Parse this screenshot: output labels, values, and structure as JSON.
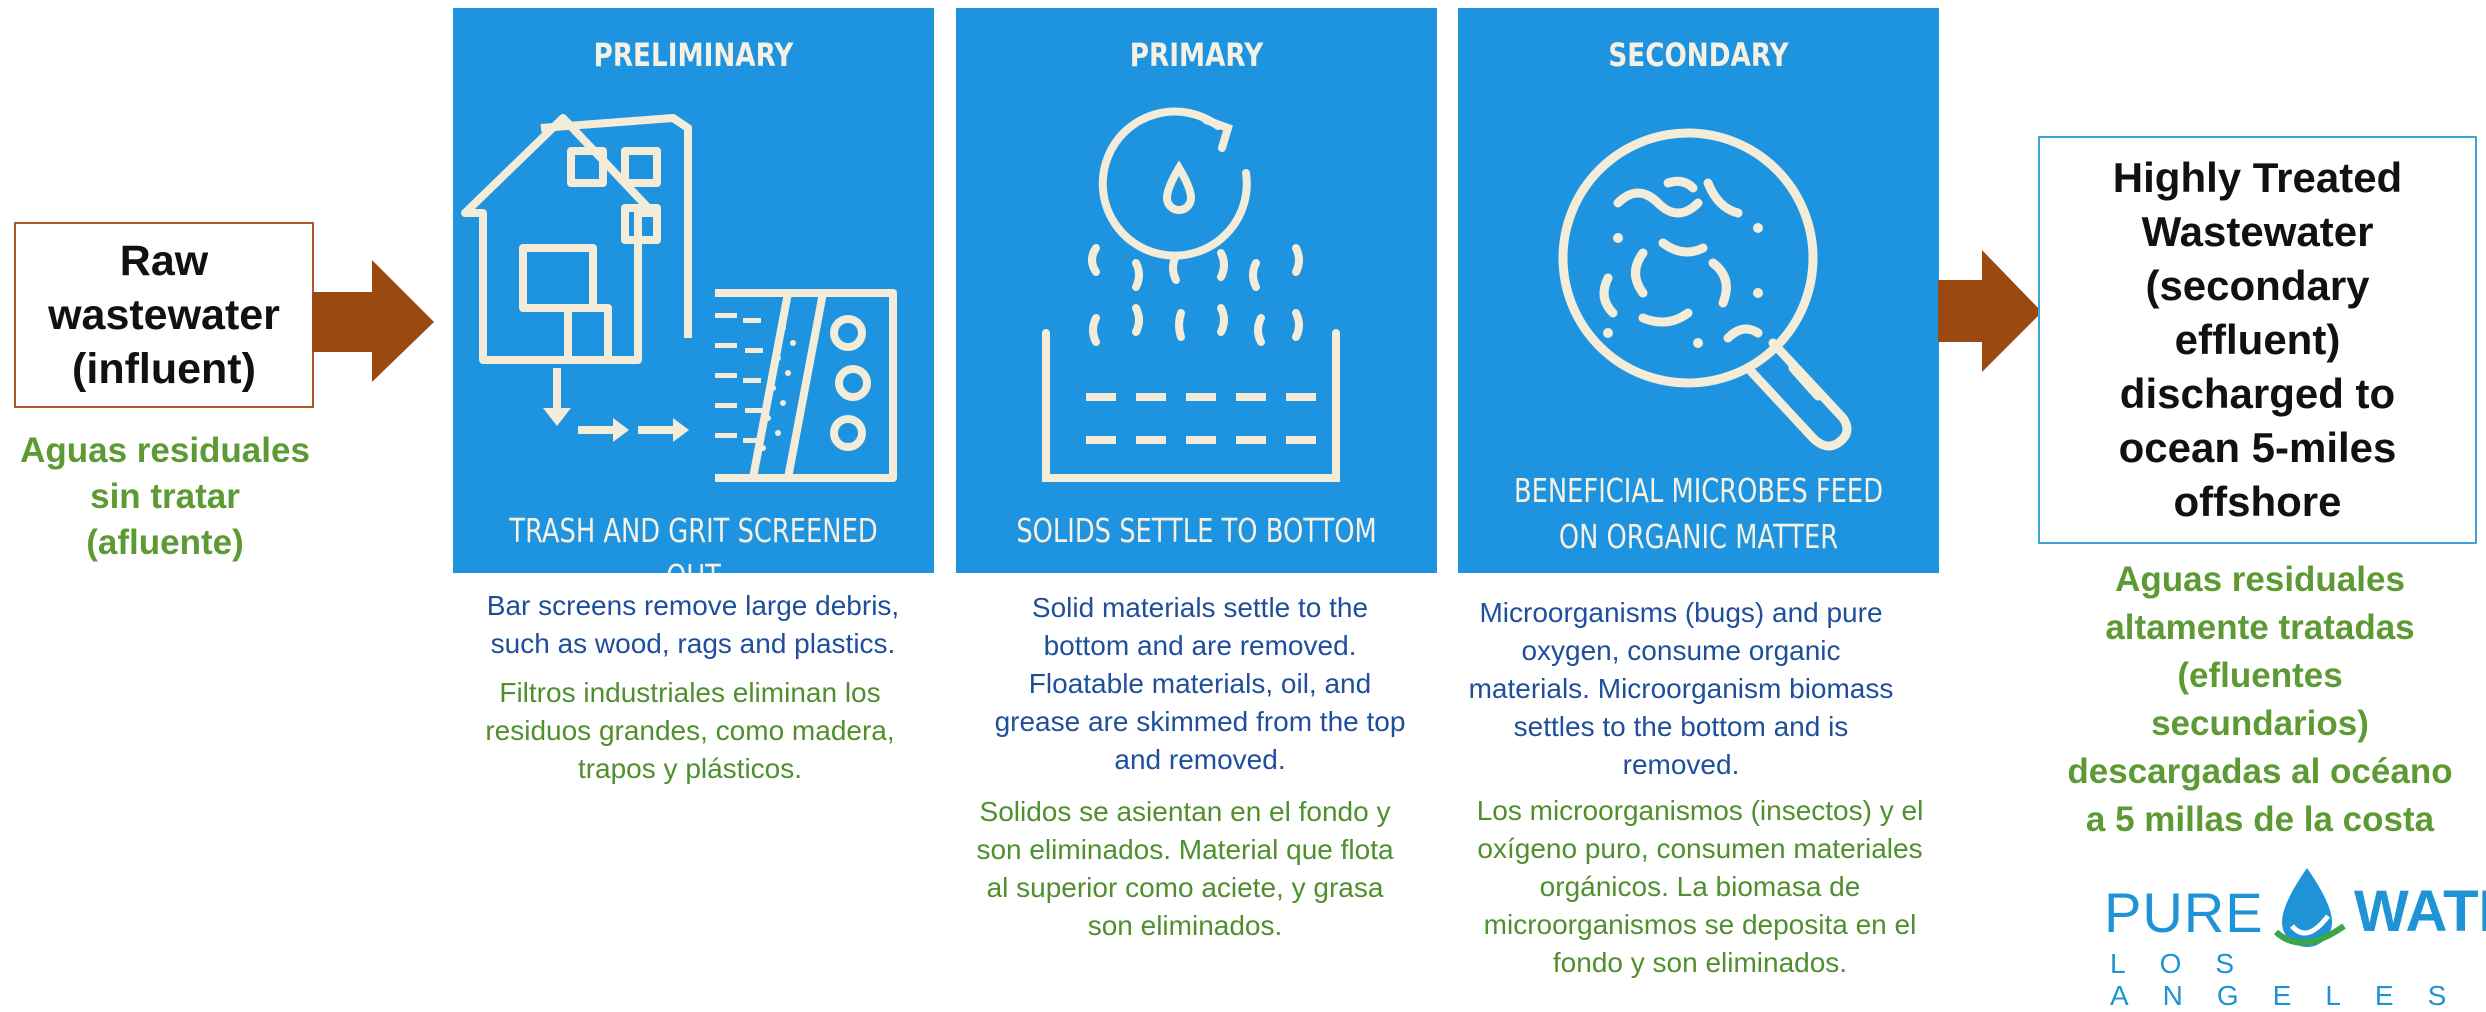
{
  "input": {
    "label": "Raw\nwastewater\n(influent)",
    "spanish": "Aguas residuales\nsin tratar\n(afluente)"
  },
  "stages": [
    {
      "title": "PRELIMINARY",
      "caption": "TRASH AND GRIT SCREENED OUT",
      "description_en": "Bar screens remove large debris, such as wood, rags and plastics.",
      "description_es": "Filtros industriales eliminan los residuos grandes, como madera, trapos y plásticos."
    },
    {
      "title": "PRIMARY",
      "caption": "SOLIDS SETTLE TO BOTTOM",
      "description_en": "Solid materials settle to the bottom and are removed. Floatable materials, oil, and grease are skimmed from the top and removed.",
      "description_es": "Solidos se asientan en el fondo y son eliminados. Material que flota al superior como aciete, y grasa  son eliminados."
    },
    {
      "title": "SECONDARY",
      "caption": "BENEFICIAL MICROBES FEED\nON ORGANIC MATTER",
      "description_en": "Microorganisms (bugs) and pure oxygen, consume organic materials. Microorganism biomass settles to the bottom and is removed.",
      "description_es": "Los microorganismos (insectos) y el oxígeno puro, consumen materiales orgánicos. La biomasa de microorganismos se deposita en el fondo y son eliminados."
    }
  ],
  "output": {
    "label": "Highly Treated\nWastewater\n(secondary\neffluent)\ndischarged to\nocean 5-miles\noffshore",
    "spanish": "Aguas residuales\naltamente tratadas\n(efluentes\nsecundarios)\ndescargadas al océano\na 5 millas de la costa"
  },
  "logo": {
    "pure": "PURE",
    "water": "WATER",
    "subtitle": "LOS ANGELES"
  },
  "colors": {
    "panel_blue": "#1e93e0",
    "arrow_brown": "#9a4a10",
    "spanish_green": "#5e9a34",
    "english_blue": "#1f4f9c",
    "icon_cream": "#f3ecd8"
  },
  "icons": [
    "building-house-screen-icon",
    "droplet-cycle-settling-icon",
    "magnifier-microbes-icon",
    "water-droplet-logo-icon"
  ]
}
